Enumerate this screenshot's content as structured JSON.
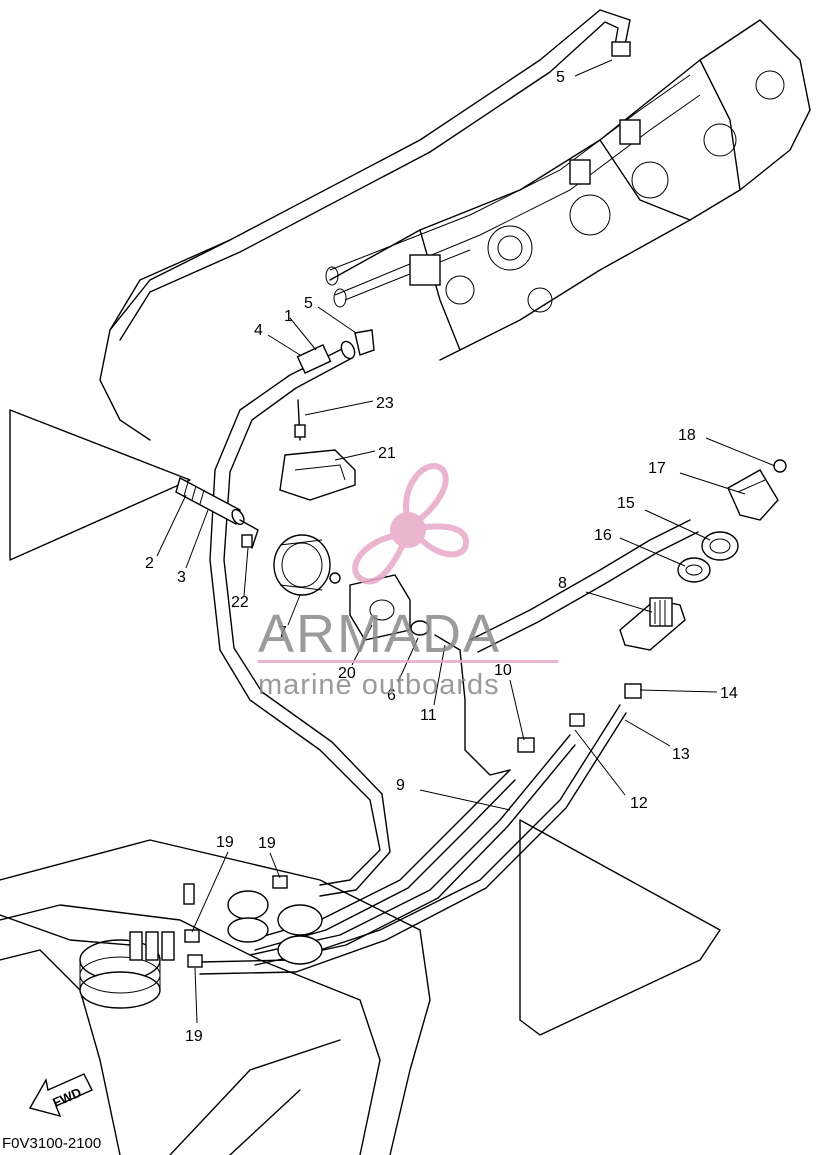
{
  "diagram_code": "F0V3100-2100",
  "watermark": {
    "title": "ARMADA",
    "subtitle": "marine outboards",
    "accent_color": "#e8a9c8",
    "text_color": "#8a8a8a",
    "icon": "propeller-icon"
  },
  "direction_label": "FWD",
  "part_labels": [
    "1",
    "2",
    "3",
    "4",
    "5",
    "6",
    "7",
    "8",
    "9",
    "10",
    "11",
    "12",
    "13",
    "14",
    "15",
    "16",
    "17",
    "18",
    "19",
    "20",
    "21",
    "22",
    "23"
  ],
  "callouts": {
    "p1": "1",
    "p2": "2",
    "p3": "3",
    "p4": "4",
    "p5a": "5",
    "p5b": "5",
    "p6": "6",
    "p7": "7",
    "p8": "8",
    "p9": "9",
    "p10": "10",
    "p11": "11",
    "p12": "12",
    "p13": "13",
    "p14": "14",
    "p15": "15",
    "p16": "16",
    "p17": "17",
    "p18": "18",
    "p19a": "19",
    "p19b": "19",
    "p19c": "19",
    "p20": "20",
    "p21": "21",
    "p22": "22",
    "p23": "23"
  }
}
